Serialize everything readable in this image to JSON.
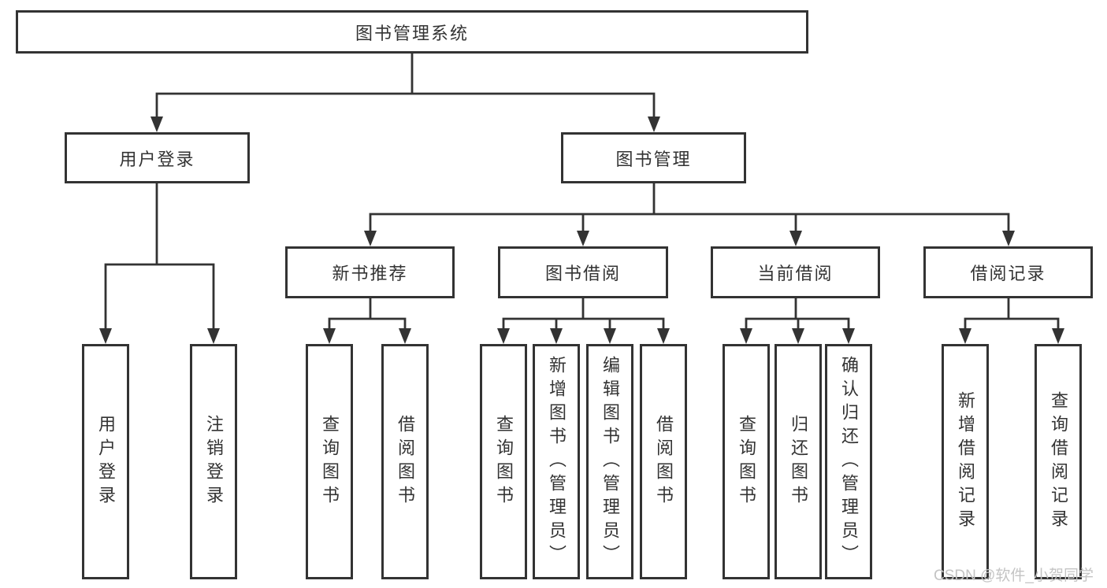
{
  "diagram": {
    "root": {
      "label": "图书管理系统"
    },
    "branches": [
      {
        "label": "用户登录",
        "children": [
          {
            "label": "用户登录"
          },
          {
            "label": "注销登录"
          }
        ]
      },
      {
        "label": "图书管理",
        "groups": [
          {
            "label": "新书推荐",
            "children": [
              {
                "label": "查询图书"
              },
              {
                "label": "借阅图书"
              }
            ]
          },
          {
            "label": "图书借阅",
            "children": [
              {
                "label": "查询图书"
              },
              {
                "label": "新增图书（管理员）"
              },
              {
                "label": "编辑图书（管理员）"
              },
              {
                "label": "借阅图书"
              }
            ]
          },
          {
            "label": "当前借阅",
            "children": [
              {
                "label": "查询图书"
              },
              {
                "label": "归还图书"
              },
              {
                "label": "确认归还（管理员）"
              }
            ]
          },
          {
            "label": "借阅记录",
            "children": [
              {
                "label": "新增借阅记录"
              },
              {
                "label": "查询借阅记录"
              }
            ]
          }
        ]
      }
    ]
  },
  "watermark": {
    "text": "CSDN @软件_小贺同学"
  },
  "colors": {
    "line": "#333333",
    "text": "#333333",
    "box_background": "#ffffff",
    "page_background": "#ffffff",
    "watermark": "#c4c4c4"
  }
}
